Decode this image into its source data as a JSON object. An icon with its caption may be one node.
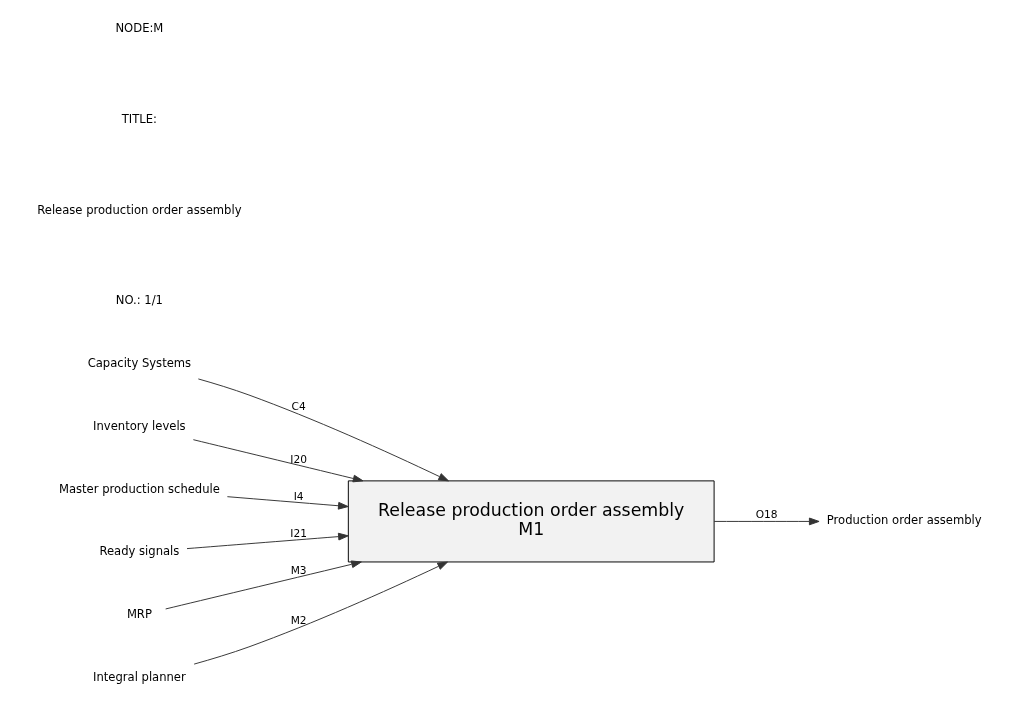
{
  "diagram": {
    "nodes": [
      {
        "text": [
          "Capacity Systems"
        ]
      },
      {
        "text": [
          "Inventory levels"
        ]
      },
      {
        "text": [
          "Master production schedule"
        ]
      },
      {
        "text": [
          "Ready signals"
        ]
      },
      {
        "text": [
          "Release production order assembly",
          "M1"
        ]
      },
      {
        "text": [
          "Production order assembly"
        ]
      },
      {
        "text": [
          "MRP"
        ]
      },
      {
        "text": [
          "Integral planner"
        ]
      }
    ],
    "edges": [
      {
        "from": 0,
        "to": 4,
        "arrow": "to",
        "label": "C4"
      },
      {
        "from": 1,
        "to": 4,
        "arrow": "to",
        "label": "I20"
      },
      {
        "from": 2,
        "to": 4,
        "arrow": "to",
        "label": "I4"
      },
      {
        "from": 3,
        "to": 4,
        "arrow": "to",
        "label": "I21"
      },
      {
        "from": 4,
        "to": 5,
        "arrow": "to",
        "label": "O18"
      },
      {
        "from": 6,
        "to": 4,
        "arrow": "to",
        "label": "M3"
      },
      {
        "from": 7,
        "to": 4,
        "arrow": "to",
        "label": "M2"
      }
    ],
    "labels": [
      "NODE:M",
      "TITLE:",
      "Release production order assembly",
      "NO.: 1/1"
    ]
  }
}
